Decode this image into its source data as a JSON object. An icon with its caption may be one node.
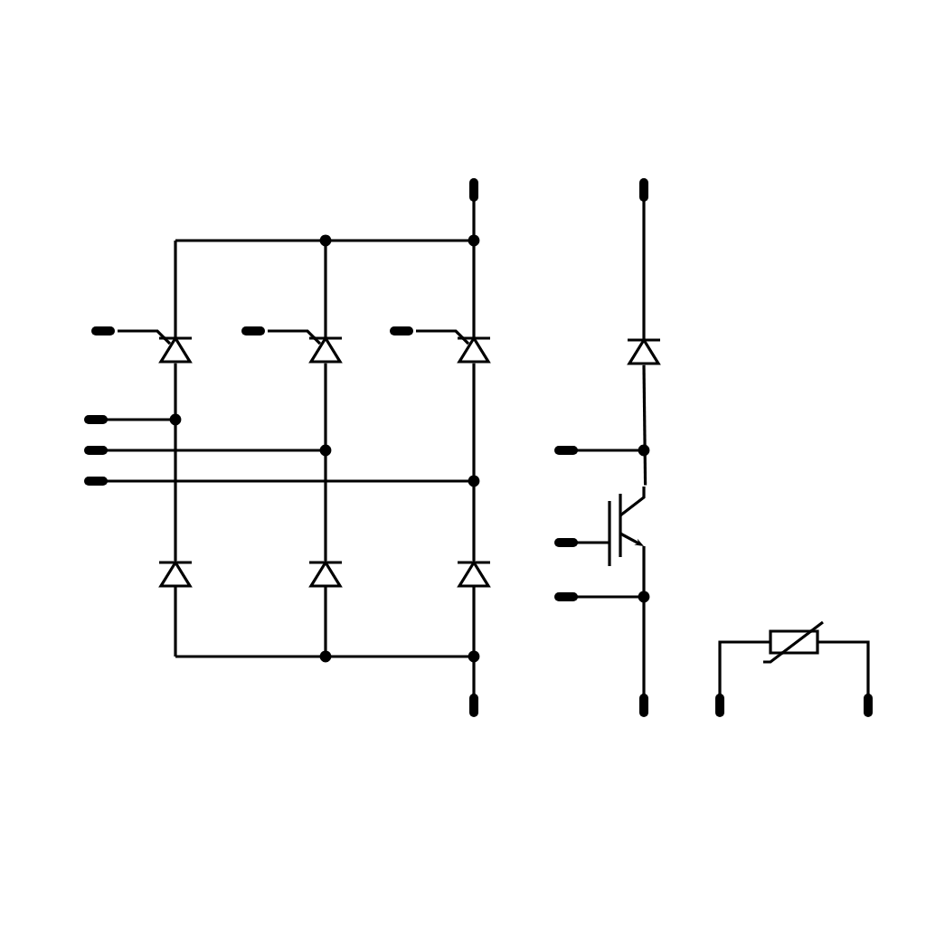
{
  "diagram": {
    "nodes": [
      {
        "text": [],
        "shape": "thyristor"
      },
      {
        "text": [],
        "shape": "thyristor"
      },
      {
        "text": [],
        "shape": "thyristor"
      },
      {
        "text": [],
        "shape": "thyristor"
      },
      {
        "text": [],
        "shape": "thyristor"
      },
      {
        "text": [],
        "shape": "thyristor"
      },
      {
        "text": [],
        "shape": "diode"
      },
      {
        "text": [],
        "shape": "transistor"
      },
      {
        "text": [],
        "shape": "thermistor"
      }
    ],
    "edges": [
      {
        "from": 0,
        "to": 3,
        "arrow": "none"
      },
      {
        "from": 1,
        "to": 4,
        "arrow": "none"
      },
      {
        "from": 2,
        "to": 5,
        "arrow": "none"
      },
      {
        "from": 6,
        "to": 7,
        "arrow": "none"
      }
    ]
  }
}
